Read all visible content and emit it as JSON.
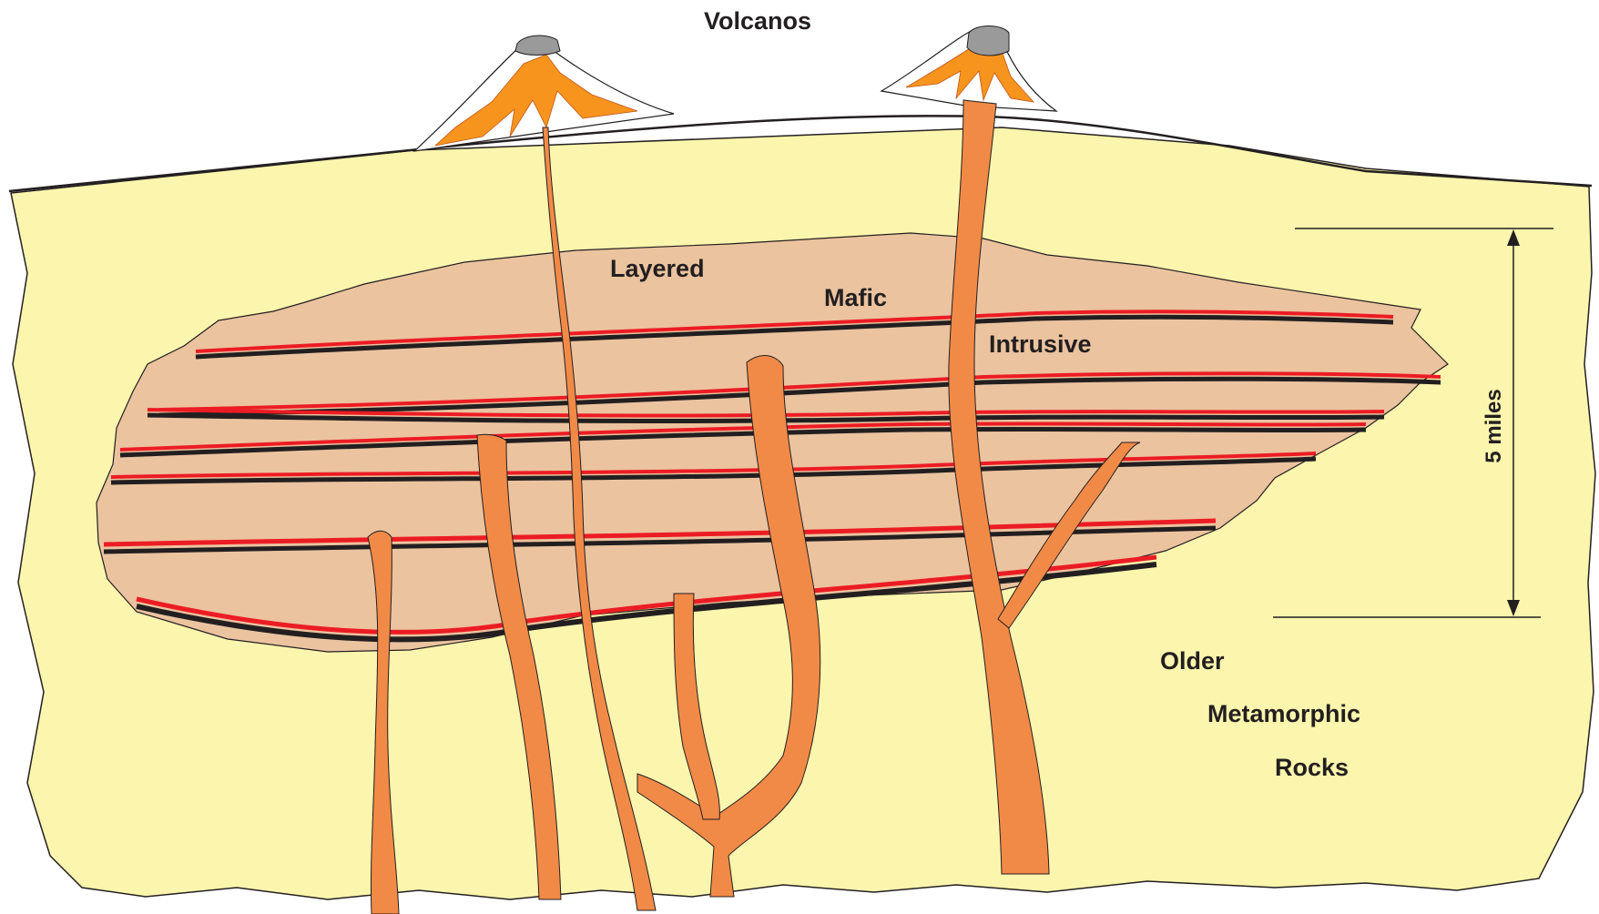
{
  "title": "Volcanos",
  "intrusion_label": {
    "line1": "Layered",
    "line2": "Mafic",
    "line3": "Intrusive"
  },
  "host_rock_label": {
    "line1": "Older",
    "line2": "Metamorphic",
    "line3": "Rocks"
  },
  "scale_label": "5 miles",
  "colors": {
    "host_rock": "#fbf5ad",
    "intrusion": "#ebc39f",
    "magma": "#f28a47",
    "lava_layer_red": "#ec1c24",
    "lava_layer_black": "#231f20",
    "crater": "#9a9a9a",
    "outline": "#231f20"
  }
}
